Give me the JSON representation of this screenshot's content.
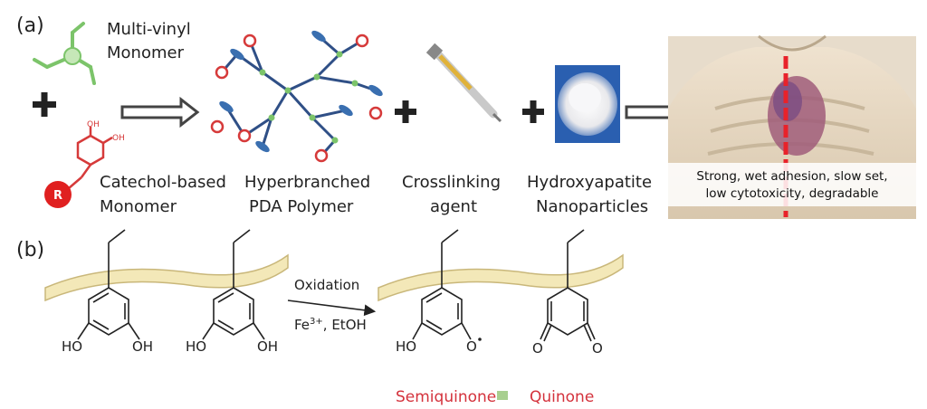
{
  "panel_a": {
    "label": "(a)",
    "multivinyl_line1": "Multi-vinyl",
    "multivinyl_line2": "Monomer",
    "catechol_line1": "Catechol-based",
    "catechol_line2": "Monomer",
    "r_group": "R",
    "polymer_line1": "Hyperbranched",
    "polymer_line2": "PDA Polymer",
    "crosslink_line1": "Crosslinking",
    "crosslink_line2": "agent",
    "hap_line1": "Hydroxyapatite",
    "hap_line2": "Nanoparticles",
    "result_line1": "Strong, wet adhesion, slow set,",
    "result_line2": "low cytotoxicity, degradable"
  },
  "panel_b": {
    "label": "(b)",
    "oxidation": "Oxidation",
    "reagent_fe": "Fe",
    "reagent_sup": "3+",
    "reagent_rest": ", EtOH",
    "oh": "OH",
    "ho": "HO",
    "o_radical": "O",
    "o": "O",
    "semiquinone": "Semiquinone",
    "quinone": "Quinone"
  },
  "colors": {
    "accent_red": "#d4323c",
    "backbone": "#f3e8b8",
    "backbone_stroke": "#c9b77a",
    "catechol_red": "#d63a3a",
    "monomer_green": "#7cc46a",
    "node_blue": "#3a6fb0",
    "arrow_gray": "#555555"
  }
}
